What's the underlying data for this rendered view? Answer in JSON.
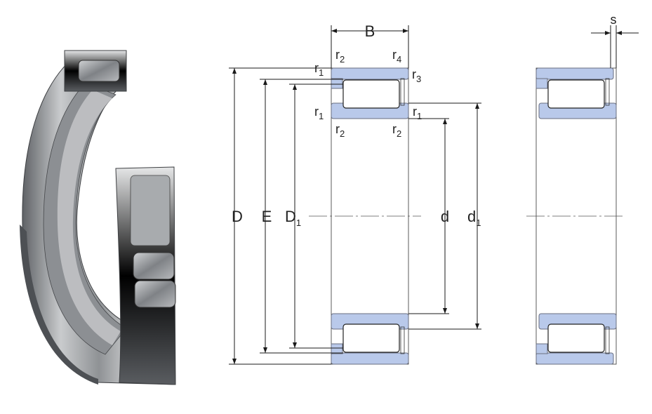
{
  "labels": {
    "B": "B",
    "s": "s",
    "D": "D",
    "E": "E",
    "D1_main": "D",
    "D1_sub": "1",
    "d": "d",
    "d1_main": "d",
    "d1_sub": "1",
    "r": "r",
    "sub1": "1",
    "sub2": "2",
    "sub3": "3",
    "sub4": "4"
  },
  "colors": {
    "ring_fill": "#b9c9ea",
    "ring_stroke": "#6a6f80",
    "line": "#1a1a1a"
  },
  "illustration": "bearing-3d-cutaway"
}
